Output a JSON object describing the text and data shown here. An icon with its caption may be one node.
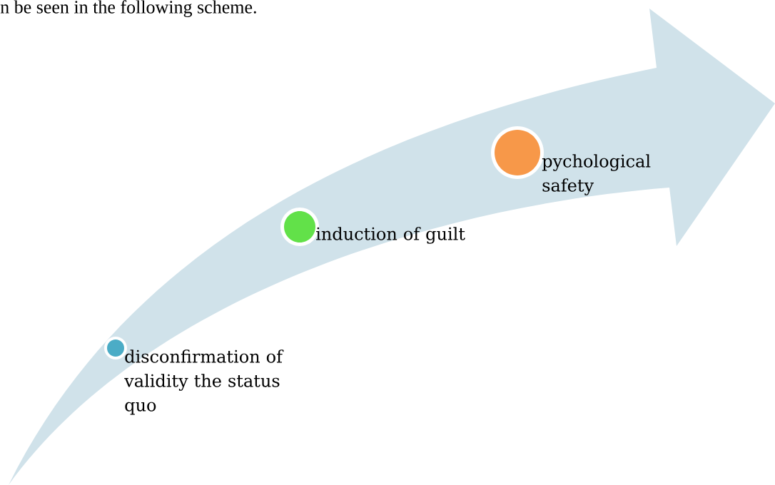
{
  "diagram": {
    "nodes": [
      {
        "text": [
          "disconfirmation of validity the status quo"
        ]
      },
      {
        "text": [
          "induction of guilt"
        ]
      },
      {
        "text": [
          "pychological safety"
        ]
      }
    ],
    "labels": [
      "n be seen in the following scheme."
    ]
  }
}
